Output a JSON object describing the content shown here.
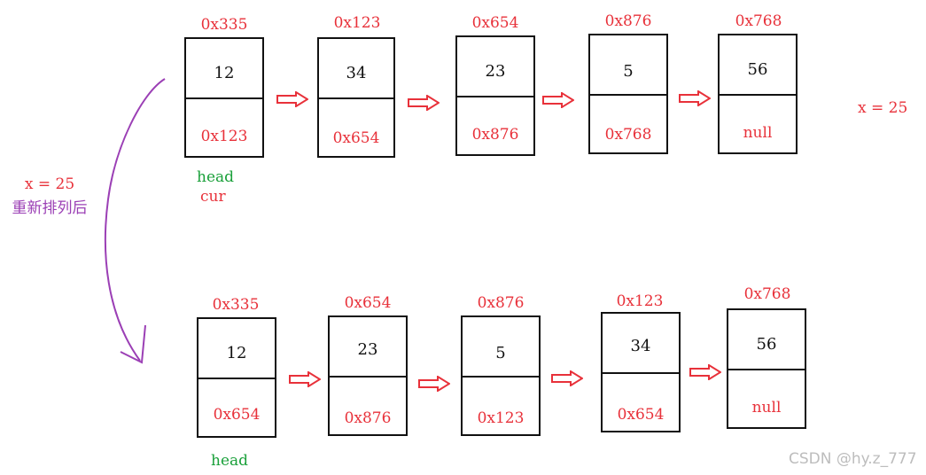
{
  "top_row": {
    "nodes": [
      {
        "addr": "0x335",
        "value": "12",
        "next": "0x123"
      },
      {
        "addr": "0x123",
        "value": "34",
        "next": "0x654"
      },
      {
        "addr": "0x654",
        "value": "23",
        "next": "0x876"
      },
      {
        "addr": "0x876",
        "value": "5",
        "next": "0x768"
      },
      {
        "addr": "0x768",
        "value": "56",
        "next": "null"
      }
    ],
    "head_label": "head",
    "cur_label": "cur",
    "x_label": "x = 25"
  },
  "bottom_row": {
    "nodes": [
      {
        "addr": "0x335",
        "value": "12",
        "next": "0x654"
      },
      {
        "addr": "0x654",
        "value": "23",
        "next": "0x876"
      },
      {
        "addr": "0x876",
        "value": "5",
        "next": "0x123"
      },
      {
        "addr": "0x123",
        "value": "34",
        "next": "0x654"
      },
      {
        "addr": "0x768",
        "value": "56",
        "next": "null"
      }
    ],
    "head_label": "head"
  },
  "transition_note": {
    "line1": "x = 25",
    "line2": "重新排列后"
  },
  "watermark": "CSDN @hy.z_777",
  "colors": {
    "address": "#e8313a",
    "pointer_head": "#1aa03a",
    "note": "#9b3fb5",
    "arrow": "#e8313a"
  }
}
